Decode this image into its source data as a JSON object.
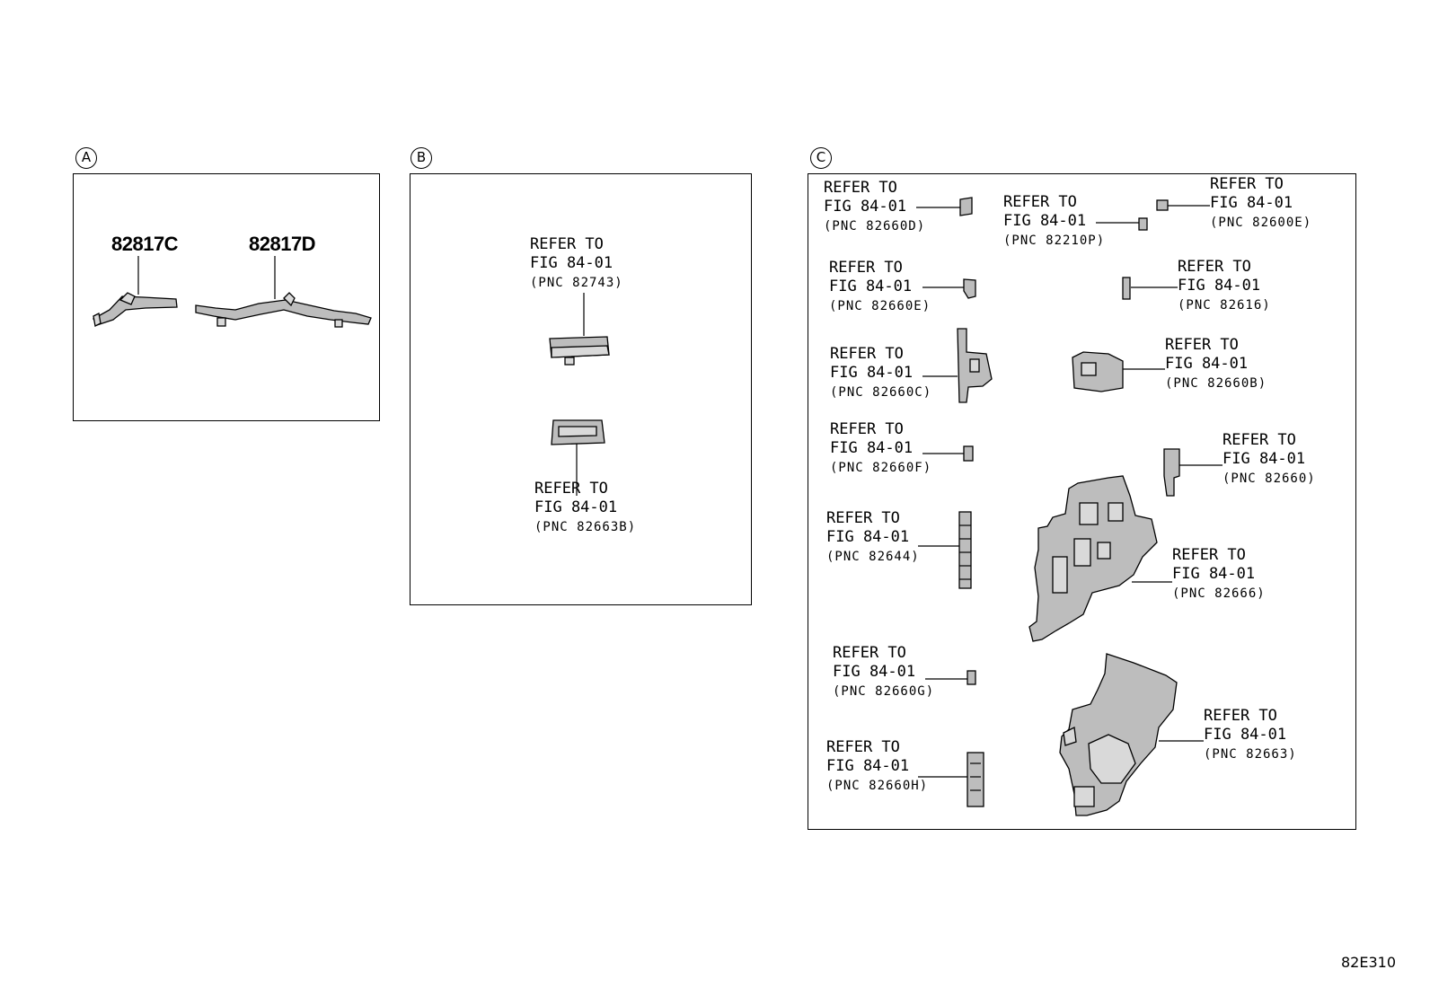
{
  "panels": {
    "a": {
      "letter": "A",
      "parts": [
        "82817C",
        "82817D"
      ]
    },
    "b": {
      "letter": "B",
      "labels": [
        {
          "l1": "REFER TO",
          "l2": "FIG 84-01",
          "pnc": "(PNC 82743)"
        },
        {
          "l1": "REFER TO",
          "l2": "FIG 84-01",
          "pnc": "(PNC 82663B)"
        }
      ]
    },
    "c": {
      "letter": "C",
      "labels": [
        {
          "l1": "REFER TO",
          "l2": "FIG 84-01",
          "pnc": "(PNC 82660D)"
        },
        {
          "l1": "REFER TO",
          "l2": "FIG 84-01",
          "pnc": "(PNC 82210P)"
        },
        {
          "l1": "REFER TO",
          "l2": "FIG 84-01",
          "pnc": "(PNC 82600E)"
        },
        {
          "l1": "REFER TO",
          "l2": "FIG 84-01",
          "pnc": "(PNC 82660E)"
        },
        {
          "l1": "REFER TO",
          "l2": "FIG 84-01",
          "pnc": "(PNC 82616)"
        },
        {
          "l1": "REFER TO",
          "l2": "FIG 84-01",
          "pnc": "(PNC 82660C)"
        },
        {
          "l1": "REFER TO",
          "l2": "FIG 84-01",
          "pnc": "(PNC 82660B)"
        },
        {
          "l1": "REFER TO",
          "l2": "FIG 84-01",
          "pnc": "(PNC 82660F)"
        },
        {
          "l1": "REFER TO",
          "l2": "FIG 84-01",
          "pnc": "(PNC 82660)"
        },
        {
          "l1": "REFER TO",
          "l2": "FIG 84-01",
          "pnc": "(PNC 82644)"
        },
        {
          "l1": "REFER TO",
          "l2": "FIG 84-01",
          "pnc": "(PNC 82666)"
        },
        {
          "l1": "REFER TO",
          "l2": "FIG 84-01",
          "pnc": "(PNC 82660G)"
        },
        {
          "l1": "REFER TO",
          "l2": "FIG 84-01",
          "pnc": "(PNC 82660H)"
        },
        {
          "l1": "REFER TO",
          "l2": "FIG 84-01",
          "pnc": "(PNC 82663)"
        }
      ]
    }
  },
  "figure_code": "82E310"
}
